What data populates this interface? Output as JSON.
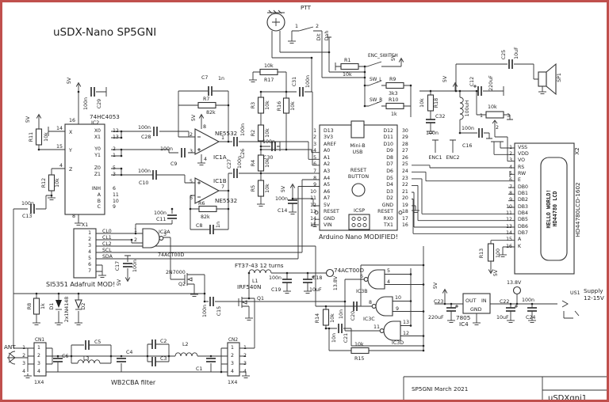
{
  "title": "uSDX-Nano SP5GNI",
  "titleblock": {
    "left": "SP5GNI March 2021",
    "right": "uSDXgni1"
  },
  "power": {
    "v5": "5V",
    "v138": "13.8V"
  },
  "ic2": {
    "ref": "IC2",
    "part": "74HC4053",
    "pin_top": "16",
    "pin_bottom": "8",
    "left_names": [
      "X",
      "Y",
      "Z"
    ],
    "left_nums": [
      "14",
      "15",
      "4"
    ],
    "g0": {
      "names": [
        "X0",
        "X1"
      ],
      "nums": [
        "12",
        "13"
      ]
    },
    "g1": {
      "names": [
        "Y0",
        "Y1"
      ],
      "nums": [
        "2",
        "1"
      ]
    },
    "g2": {
      "names": [
        "Z0",
        "Z1"
      ],
      "nums": [
        "5",
        "3"
      ]
    },
    "g3": {
      "names": [
        "INH",
        "A",
        "B",
        "C"
      ],
      "nums": [
        "6",
        "11",
        "10",
        "9"
      ]
    }
  },
  "x1": {
    "ref": "X1",
    "caption": "SI5351 Adafruit MOD!",
    "nums": [
      "1",
      "2",
      "3",
      "4",
      "5",
      "6",
      "7"
    ],
    "signals": [
      "CL0",
      "CL1",
      "CL2",
      "SCL",
      "SDA"
    ]
  },
  "ic1a": {
    "ref": "IC1A",
    "part": "NE5532",
    "p_out": "1",
    "p_inv": "2",
    "p_non": "3",
    "p_vp": "8",
    "p_vn": "4"
  },
  "ic1b": {
    "ref": "IC1B",
    "part": "NE5532",
    "p_out": "7",
    "p_inv": "6",
    "p_non": "5"
  },
  "gates": {
    "part_a": "74ACT00D",
    "part_b": "74ACT00D",
    "a": {
      "ref": "IC3A",
      "i1": "1",
      "i2": "2",
      "o": "3"
    },
    "b": {
      "ref": "IC3B",
      "i1": "5",
      "i2": "4",
      "o": "6"
    },
    "c": {
      "ref": "IC3C",
      "i1": "10",
      "i2": "9",
      "o": "8"
    },
    "d": {
      "ref": "IC3D",
      "i1": "13",
      "i2": "12",
      "o": "11"
    }
  },
  "arduino": {
    "caption": "Arduino Nano MODIFIED!",
    "usb1": "Mini-B",
    "usb2": "USB",
    "rst1": "RESET",
    "rst2": "BUTTON",
    "icsp": "ICSP",
    "left_nums": [
      "1",
      "2",
      "3",
      "4",
      "5",
      "6",
      "7",
      "8",
      "9",
      "10",
      "11",
      "12",
      "13",
      "14",
      "15"
    ],
    "left_names": [
      "D13",
      "3V3",
      "AREF",
      "A0",
      "A1",
      "A2",
      "A3",
      "A4",
      "A5",
      "A6",
      "A7",
      "5V",
      "RESET",
      "GND",
      "VIN"
    ],
    "right_nums": [
      "30",
      "29",
      "28",
      "27",
      "26",
      "25",
      "24",
      "23",
      "22",
      "21",
      "20",
      "19",
      "18",
      "17",
      "16"
    ],
    "right_names": [
      "D12",
      "D11",
      "D10",
      "D9",
      "D8",
      "D7",
      "D6",
      "D5",
      "D4",
      "D3",
      "D2",
      "GND",
      "RESET",
      "RX0",
      "TX1"
    ]
  },
  "lcd": {
    "ref": "X2",
    "part": "HD44780LCD-1602",
    "disp1": "HELLO WORLD!",
    "disp2": "HD44780 LCD",
    "nums": [
      "1",
      "2",
      "3",
      "4",
      "5",
      "6",
      "7",
      "8",
      "9",
      "10",
      "11",
      "12",
      "13",
      "14",
      "15",
      "16"
    ],
    "names": [
      "VSS",
      "VDD",
      "VO",
      "RS",
      "RW",
      "E",
      "DB0",
      "DB1",
      "DB2",
      "DB3",
      "DB4",
      "DB5",
      "DB6",
      "DB7",
      "A",
      "K"
    ]
  },
  "mic": {
    "ptt": "PTT",
    "p1": "1",
    "p2": "2",
    "dit": "Dit",
    "dah": "Dah"
  },
  "switches": {
    "enc_switch": "ENC_SWITCH",
    "sw_l": "SW_L",
    "sw_r": "SW_R",
    "enc1": "ENC1",
    "enc2": "ENC2"
  },
  "pot": {
    "value": "10k",
    "p1": "1",
    "p2": "2",
    "p3": "3"
  },
  "transistors": {
    "q1_ref": "Q1",
    "q1_part": "IRF540N",
    "q2_ref": "Q2",
    "q2_part": "2N7000"
  },
  "pa": {
    "toroid": "FT37-43 12 turns"
  },
  "regulator": {
    "ref": "IC4",
    "part": "7805",
    "out": "OUT",
    "in": "IN",
    "gnd": "GND"
  },
  "supply": {
    "ref": "US1",
    "line1": "Supply",
    "line2": "12-15V"
  },
  "speaker": {
    "ref": "SP1"
  },
  "diodes": {
    "d1": "D1",
    "d2": "D2",
    "part": "2x1N4148"
  },
  "filter": {
    "caption": "WB2CBA filter",
    "ant": "ANT",
    "cn1": "CN1",
    "cn2": "CN2",
    "nums": [
      "1",
      "2",
      "3",
      "4"
    ],
    "footprint": "1X4",
    "c1": "C1",
    "c2": "C2",
    "c3": "C3",
    "c4": "C4",
    "c5": "C5",
    "c6": "C6"
  },
  "l": {
    "l1": "L1",
    "l2": "L2",
    "l3": "L3",
    "l100": "100uH"
  },
  "r": {
    "r1": {
      "r": "R1",
      "v": "10k"
    },
    "r2": {
      "r": "R2",
      "v": "10k"
    },
    "r3": {
      "r": "R3",
      "v": "10k"
    },
    "r4": {
      "r": "R4",
      "v": "10k"
    },
    "r5": {
      "r": "R5",
      "v": "10k"
    },
    "r6": {
      "r": "R6",
      "v": "82k"
    },
    "r7": {
      "r": "R7",
      "v": "82k"
    },
    "r8": {
      "r": "R8",
      "v": "1k"
    },
    "r9": {
      "r": "R9",
      "v": "3k3"
    },
    "r10": {
      "r": "R10",
      "v": "1k"
    },
    "r11": {
      "r": "R11",
      "v": "10k"
    },
    "r12": {
      "r": "R12",
      "v": "10k"
    },
    "r13": {
      "r": "R13",
      "v": "100"
    },
    "r14": {
      "r": "R14",
      "v": "10k"
    },
    "r15": {
      "r": "R15",
      "v": "10k"
    },
    "r16": {
      "r": "R16",
      "v": "10k"
    },
    "r17": {
      "r": "R17",
      "v": "10k"
    },
    "r18": {
      "r": "R18",
      "v": "10k"
    }
  },
  "c": {
    "c7": {
      "r": "C7",
      "v": "1n"
    },
    "c8": {
      "r": "C8",
      "v": "1n"
    },
    "c9": {
      "r": "C9",
      "v": "100n"
    },
    "c10": {
      "r": "C10",
      "v": "100n"
    },
    "c11": {
      "r": "C11",
      "v": "100n"
    },
    "c12": {
      "r": "C12",
      "v": "220uF"
    },
    "c13": {
      "r": "C13",
      "v": "100n"
    },
    "c14": {
      "r": "C14",
      "v": "100n"
    },
    "c15": {
      "r": "C15",
      "v": "100n"
    },
    "c16": {
      "r": "C16",
      "v": "100n"
    },
    "c17": {
      "r": "C17",
      "v": "100n"
    },
    "c18": {
      "r": "C18",
      "v": "10uF"
    },
    "c19": {
      "r": "C19",
      "v": "100n"
    },
    "c20": {
      "r": "C20",
      "v": "10n"
    },
    "c21": {
      "r": "C21",
      "v": "10n"
    },
    "c22": {
      "r": "C22",
      "v": "10uF"
    },
    "c23": {
      "r": "C23",
      "v": "220uF"
    },
    "c24": {
      "r": "C24",
      "v": "100n"
    },
    "c25": {
      "r": "C25",
      "v": "10uF"
    },
    "c26": {
      "r": "C26",
      "v": "100n"
    },
    "c27": {
      "r": "C27",
      "v": "100n"
    },
    "c28": {
      "r": "C28",
      "v": "100n"
    },
    "c29": {
      "r": "C29",
      "v": "100n"
    },
    "c30": {
      "r": "C30",
      "v": "100n"
    },
    "c31": {
      "r": "C31",
      "v": "100n"
    },
    "c32": {
      "r": "C32",
      "v": "100n"
    }
  }
}
